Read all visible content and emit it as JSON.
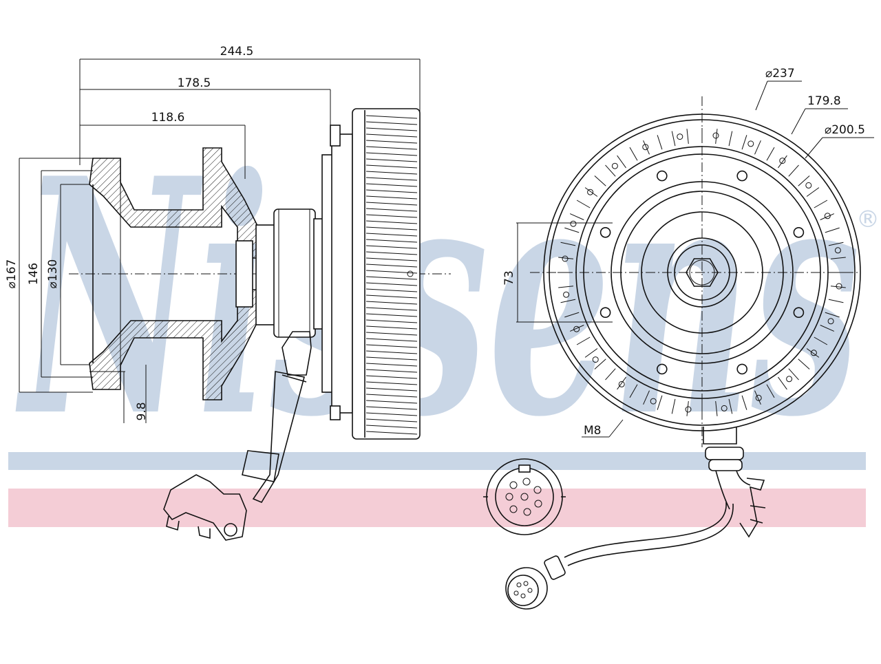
{
  "brand": {
    "watermark_text": "Nissens",
    "registered_mark": "®",
    "watermark_color": "#c9d6e6",
    "stripe_blue": "#c9d6e6",
    "stripe_red": "#f4cdd6"
  },
  "side_view": {
    "dim_overall_length": "244.5",
    "dim_to_pulley": "178.5",
    "dim_hub_length": "118.6",
    "dim_outer_diameter": "⌀167",
    "dim_bolt_circle": "146",
    "dim_inner_diameter": "⌀130",
    "dim_flange_thickness": "9.8"
  },
  "front_view": {
    "dim_fan_diameter": "⌀237",
    "dim_ring_diameter": "179.8",
    "dim_outer_ring_diameter": "⌀200.5",
    "dim_hole_spacing": "73",
    "dim_thread": "M8"
  }
}
